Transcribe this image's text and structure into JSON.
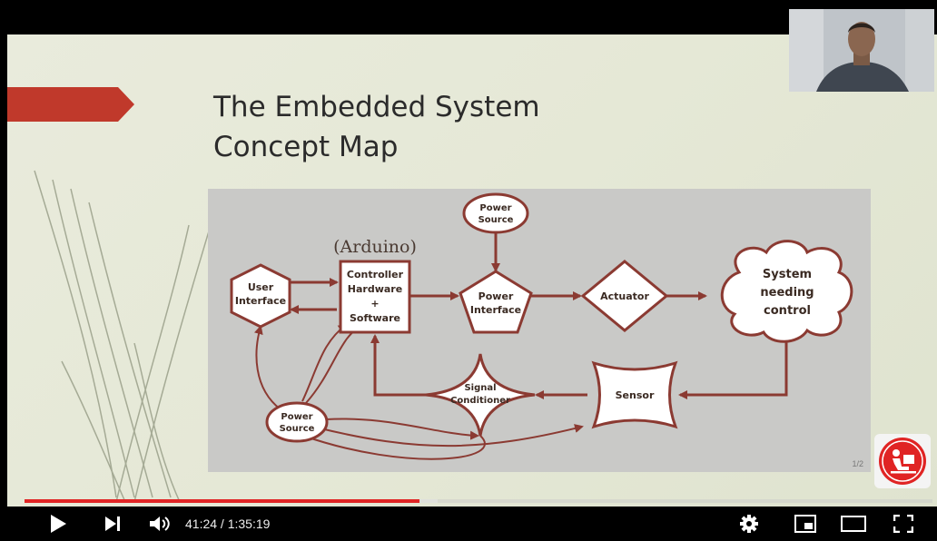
{
  "slide": {
    "title_line1": "The Embedded System",
    "title_line2": "Concept Map",
    "accent_color": "#c0392b"
  },
  "diagram": {
    "arduino_label": "(Arduino)",
    "user_interface": [
      "User",
      "Interface"
    ],
    "controller": [
      "Controller",
      "Hardware",
      "+",
      "Software"
    ],
    "power_source_top": [
      "Power",
      "Source"
    ],
    "power_interface": [
      "Power",
      "Interface"
    ],
    "actuator": "Actuator",
    "system": [
      "System",
      "needing",
      "control"
    ],
    "sensor": "Sensor",
    "signal_conditioner": [
      "Signal",
      "Conditioner"
    ],
    "power_source_bottom": [
      "Power",
      "Source"
    ],
    "stroke_color": "#8b3a32",
    "slide_number": "1/2"
  },
  "player": {
    "current_time": "41:24",
    "separator": " / ",
    "duration": "1:35:19",
    "progress_fraction": 0.435,
    "progress_color": "#e02424",
    "icons": [
      "play-icon",
      "next-icon",
      "volume-icon",
      "settings-icon",
      "miniplayer-icon",
      "theater-icon",
      "fullscreen-icon"
    ]
  }
}
